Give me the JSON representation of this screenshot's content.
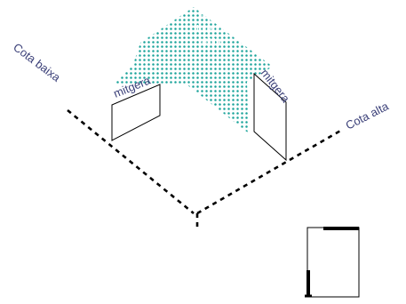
{
  "labels": {
    "cota_baixa": "Cota baixa",
    "cota_alta": "Cota alta",
    "mitgera_left": "mitgera",
    "mitgera_right": "mitgera",
    "espai_line1": "espai",
    "espai_line2": "interior",
    "espai_line3": "d'illa"
  },
  "colors": {
    "text": "#3a3f78",
    "dots": "#1aa39a",
    "line": "#000000"
  }
}
